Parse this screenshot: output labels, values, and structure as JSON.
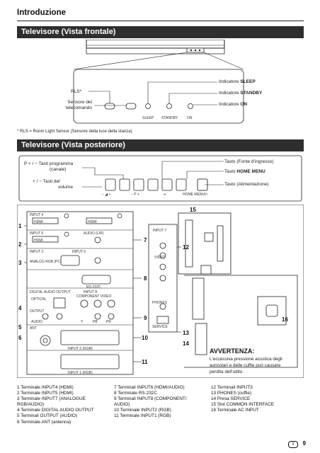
{
  "header": {
    "title": "Introduzione"
  },
  "front": {
    "title": "Televisore (Vista frontale)",
    "rls_label": "RLS*",
    "sensor_label_1": "Sensore del",
    "sensor_label_2": "telecomando",
    "indicator_sleep_pre": "Indicatore ",
    "indicator_sleep_b": "SLEEP",
    "indicator_standby_pre": "Indicatore ",
    "indicator_standby_b": "STANDBY",
    "indicator_on_pre": "Indicatore ",
    "indicator_on_b": "ON",
    "led_sleep": "SLEEP",
    "led_standby": "STANDBY",
    "led_on": "ON",
    "footnote": "*  RLS = Room Light Sensor (Sensore della luce della stanza)"
  },
  "rear": {
    "title": "Televisore (Vista posteriore)",
    "prog_label_1": "P + / −  Tasti programma",
    "prog_label_2": "(canale)",
    "vol_label_1": "+ / −  Tasti del",
    "vol_label_2": "volume",
    "input_label": "Tasto (Fonte d'ingresso)",
    "menu_label_pre": "Tasto ",
    "menu_label_b": "HOME MENU",
    "power_label": "Tasto (Alimentazione)",
    "btn_vol": "−  ◢  +",
    "btn_p": "−  P  +",
    "btn_input": "⇥",
    "btn_menu": "HOME MENU",
    "btn_power": "⏻",
    "panel": {
      "input4": "INPUT 4",
      "input5": "INPUT 5",
      "input3": "INPUT 3",
      "analog": "ANALOG RGB (PC)",
      "audio_lr": "AUDIO (L/R)",
      "input6": "INPUT 6",
      "rs232c": "RS-232C",
      "digital_out": "DIGITAL AUDIO OUTPUT",
      "input8": "INPUT 8",
      "component": "COMPONENT VIDEO",
      "optical": "OPTICAL",
      "output": "OUTPUT",
      "audio": "AUDIO",
      "ant": "ANT",
      "input2": "INPUT 2 (RGB)",
      "input1": "INPUT 1 (RGB)",
      "input7": "INPUT 7",
      "video": "VIDEO",
      "phones": "PHONES",
      "service": "SERVICE",
      "hdmi": "HDMI",
      "pb": "PB",
      "pr": "PR",
      "y": "Y"
    },
    "callouts": [
      "1",
      "2",
      "3",
      "4",
      "5",
      "6",
      "7",
      "8",
      "9",
      "10",
      "11",
      "12",
      "13",
      "14",
      "15",
      "16"
    ]
  },
  "warning": {
    "title": "AVVERTENZA:",
    "line1": "L'eccessiva pressione acustica degli",
    "line2": "auricolari e delle cuffie può causare",
    "line3": "perdita dell'udito."
  },
  "legend": {
    "col1": [
      "1    Terminale INPUT4 (HDMI)",
      "2    Terminale INPUT5 (HDMI)",
      "3    Terminale INPUT7 (ANALOGUE",
      "      RGB/AUDIO)",
      "4    Terminale DIGITAL AUDIO OUTPUT",
      "5    Terminali OUTPUT (AUDIO)",
      "6    Terminale ANT (antenna)"
    ],
    "col2": [
      "7    Terminali INPUT6 (HDMI/AUDIO)",
      "8    Terminale RS-232C",
      "9    Terminali INPUT8 (COMPONENT/",
      "      AUDIO)",
      "10  Terminale INPUT2 (RGB)",
      "11  Terminale INPUT1 (RGB)"
    ],
    "col3": [
      "12  Terminali INPUT3",
      "13  PHONES (cuffie)",
      "14  Presa SERVICE",
      "15  Slot COMMON INTERFACE",
      "16  Terminale AC INPUT"
    ]
  },
  "footer": {
    "lang": "I",
    "page": "9"
  }
}
